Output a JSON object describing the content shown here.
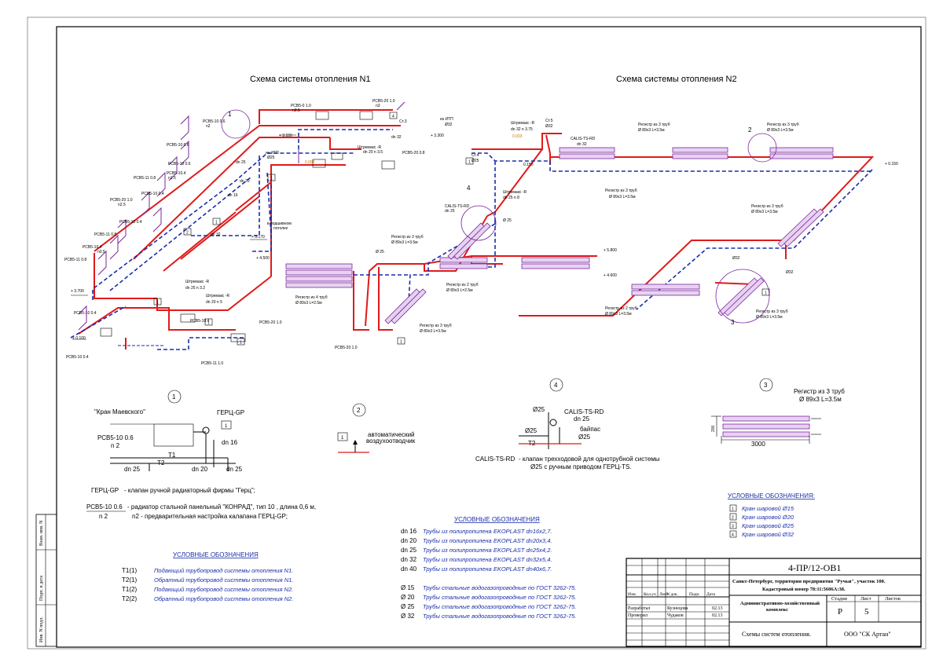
{
  "titles": {
    "n1": "Схема системы отопления N1",
    "n2": "Схема системы отопления N2"
  },
  "n1_labels": [
    "РСВ5-10 0.6",
    "n2",
    "РСВ5-0 1.0",
    "n2.5",
    "РСВ5-20 1.0",
    "n3",
    "Ст.3",
    "dn 32",
    "РСВ5-10 0.6",
    "РСВ5-10 0.6",
    "РСВ5-10.4",
    "n1.5",
    "РСВ5-11 0.8",
    "РСВ5-10 0.4",
    "РСВ5-20 1.0",
    "n2.5",
    "РСВ5-10 0.4",
    "РСВ5-11 0.8",
    "РСВ5-10.4",
    "n0.5",
    "РСВ5-11 0.8",
    "из ИТП",
    "Ø25",
    "Штремакс -R",
    "dn 20  n 3.5",
    "РСВ5-20 0.8",
    "в подшивном",
    "потолке",
    "+ 3.150",
    "+ 3.170",
    "+ 3.700",
    "Штремакс -R",
    "dn 25  n 3.2",
    "Штремакс -R",
    "dn 20  n 5",
    "РСВ5-10 0.4",
    "РСВ5-10.4",
    "РСВ5-20 1.0",
    "+ 0.100",
    "РСВ5-10 0.4",
    "РСВ5-11 1.0",
    "dn 25",
    "dn 20",
    "dn 16",
    "dn 32",
    "0.003"
  ],
  "n2_labels": [
    "из ИТП",
    "Ø32",
    "+ 3.300",
    "Штремакс -R",
    "dn 32  n 3.75",
    "CALIS-TS-RD",
    "dn 32",
    "Ст.5",
    "Ø32",
    "Ст.4",
    "Ø25",
    "0.150",
    "Регистр из 3 труб",
    "Ø 89x3 L=3.5м",
    "Регистр из 3 труб",
    "Ø 89x3 L=3.5м",
    "+ 0.150",
    "Регистр из 3 труб",
    "Ø 89x3 L=3.5м",
    "Штремакс -R",
    "dn 25  n 8",
    "CALIS-TS-RD",
    "dn 25",
    "Ø 25",
    "Регистр из 3 труб",
    "Ø 89x3 L=3.5м",
    "+ 5.800",
    "+ 4.500",
    "Ø 25",
    "Регистр из 2 труб",
    "Ø 89x3 L=2.5м",
    "+ 4.600",
    "Регистр из 4 труб",
    "Ø 89x3 L=2.5м",
    "Регистр из 3 труб",
    "Ø 89x3 L=3.5м",
    "РСВ5-20 1.0",
    "Ø32",
    "Ø32",
    "Регистр из 3 труб",
    "Ø 89x3 L=3.5м",
    "Регистр из 2 труб",
    "Ø 89x3 L=3.5м",
    "Регистр из 3 труб",
    "Ø 89x3 L=3.5м",
    "0.003"
  ],
  "detail1": {
    "num": "1",
    "kran": "\"Кран Маевского\"",
    "gerts": "ГЕРЦ-GP",
    "rad": "РСВ5-10 0.6",
    "n": "n 2",
    "t1": "T1",
    "t2": "T2",
    "dn25a": "dn 25",
    "dn20": "dn 20",
    "dn25b": "dn 25",
    "dn16": "dn 16",
    "box": "1"
  },
  "detail2": {
    "num": "2",
    "box": "1",
    "text1": "автоматический",
    "text2": "воздухоотводчик"
  },
  "detail4": {
    "num": "4",
    "d25a": "Ø25",
    "calis": "CALIS-TS-RD",
    "dn25": "dn 25",
    "d25b": "Ø25",
    "bypass": "байпас",
    "d25c": "Ø25",
    "t2": "T2",
    "desc_key": "CALIS-TS-RD",
    "desc1": "-   клапан трехходовой для однотрубной системы",
    "desc2": "Ø25 с ручным приводом ГЕРЦ-TS."
  },
  "detail3": {
    "num": "3",
    "title1": "Регистр из 3 труб",
    "title2": "Ø 89x3 L=3.5м",
    "dim_len": "3000",
    "dim_h": "200"
  },
  "legend_left": {
    "gerts_key": "ГЕРЦ-GP",
    "gerts_desc": "-   клапан ручной радиаторный фирмы \"Герц\";",
    "rad_key": "РСВ5-10 0.6",
    "rad_n": "n 2",
    "rad_desc1": "-  радиатор стальной панельный \"КОНРАД\", тип 10 , длина 0,6 м,",
    "rad_desc2": "n2 - предварительная настройка калапана ГЕРЦ-GP;",
    "heading": "УСЛОВНЫЕ  ОБОЗНАЧЕНИЯ",
    "rows": [
      {
        "k": "T1(1)",
        "v": "Подающий трубопровод системы отопления N1."
      },
      {
        "k": "T2(1)",
        "v": "Обратный трубопровод системы отопления N1."
      },
      {
        "k": "T1(2)",
        "v": "Подающий трубопровод системы отопления N2."
      },
      {
        "k": "T2(2)",
        "v": "Обратный трубопровод системы отопления N2."
      }
    ]
  },
  "legend_mid": {
    "heading": "УСЛОВНЫЕ  ОБОЗНАЧЕНИЯ",
    "rows": [
      {
        "k": "dn 16",
        "v": "Трубы из полипропилена  EKOPLAST dn16x2,7."
      },
      {
        "k": "dn 20",
        "v": "Трубы из полипропилена  EKOPLAST dn20x3,4."
      },
      {
        "k": "dn 25",
        "v": "Трубы из полипропилена  EKOPLAST dn25x4,2."
      },
      {
        "k": "dn 32",
        "v": "Трубы из полипропилена  EKOPLAST dn32x5,4."
      },
      {
        "k": "dn 40",
        "v": "Трубы из полипропилена  EKOPLAST dn40x6,7."
      },
      {
        "k": "Ø 15",
        "v": "Трубы стальные водогазопроводные по ГОСТ 3262-75."
      },
      {
        "k": "Ø 20",
        "v": "Трубы стальные водогазопроводные по ГОСТ 3262-75."
      },
      {
        "k": "Ø 25",
        "v": "Трубы стальные водогазопроводные по ГОСТ 3262-75."
      },
      {
        "k": "Ø 32",
        "v": "Трубы стальные водогазопроводные по ГОСТ 3262-75."
      }
    ]
  },
  "legend_right": {
    "heading": "УСЛОВНЫЕ  ОБОЗНАЧЕНИЯ:",
    "rows": [
      {
        "k": "1",
        "v": "Кран шаровой Ø15"
      },
      {
        "k": "2",
        "v": "Кран шаровой Ø20"
      },
      {
        "k": "3",
        "v": "Кран шаровой Ø25"
      },
      {
        "k": "4",
        "v": "Кран шаровой Ø32"
      }
    ]
  },
  "side_stamp": [
    "Инв. N подл.",
    "Подп. и дата",
    "Взам. инв. N"
  ],
  "stamp": {
    "code": "4-ПР/12-ОВ1",
    "address1": "Санкт-Петербург, территория предприятия \"Ручьи\", участок 100.",
    "address2": "Кадастровый номер 78:11:5606А:38.",
    "cols": [
      "Изм.",
      "Кол.уч",
      "Лист",
      "N док.",
      "Подп.",
      "Дата"
    ],
    "object1": "Административно-хозяйственный",
    "object2": "комплекс",
    "stage_h": "Стадия",
    "sheet_h": "Лист",
    "sheets_h": "Листов",
    "stage": "Р",
    "sheet": "5",
    "sheets": "",
    "dev_role": "Разработал",
    "dev_name": "Кузнецова",
    "dev_date": "02.13",
    "chk_role": "Проверил",
    "chk_name": "Чудаков",
    "chk_date": "02.13",
    "sheet_title": "Схемы систем отопления.",
    "company": "ООО \"СК Артан\""
  },
  "colors": {
    "supply": "#e01a1a",
    "return": "#1a2ea8",
    "radiator": "#7a2a9a",
    "legend": "#1a2ea8"
  }
}
